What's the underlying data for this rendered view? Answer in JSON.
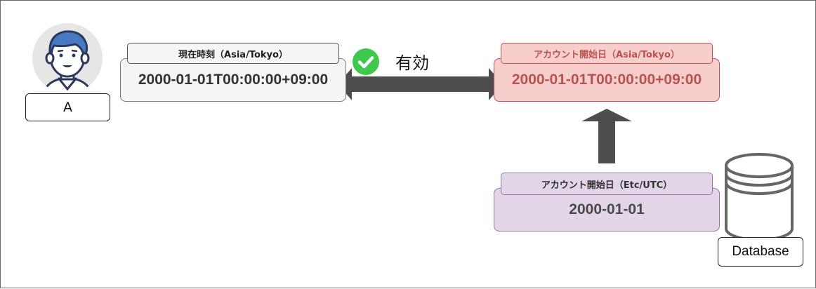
{
  "user": {
    "label": "A"
  },
  "database": {
    "label": "Database"
  },
  "current_time": {
    "title": "現在時刻（Asia/Tokyo）",
    "value": "2000-01-01T00:00:00+09:00"
  },
  "account_start_tokyo": {
    "title": "アカウント開始日（Asia/Tokyo）",
    "value": "2000-01-01T00:00:00+09:00"
  },
  "account_start_utc": {
    "title": "アカウント開始日（Etc/UTC）",
    "value": "2000-01-01"
  },
  "comparison": {
    "result_label": "有効",
    "icon": "check-circle-icon"
  },
  "colors": {
    "check_green": "#3ec94c",
    "arrow": "#4d4d4d",
    "start_fill": "#f8cecc",
    "start_stroke": "#b85450",
    "utc_fill": "#e1d5e7",
    "utc_stroke": "#9673a6"
  }
}
